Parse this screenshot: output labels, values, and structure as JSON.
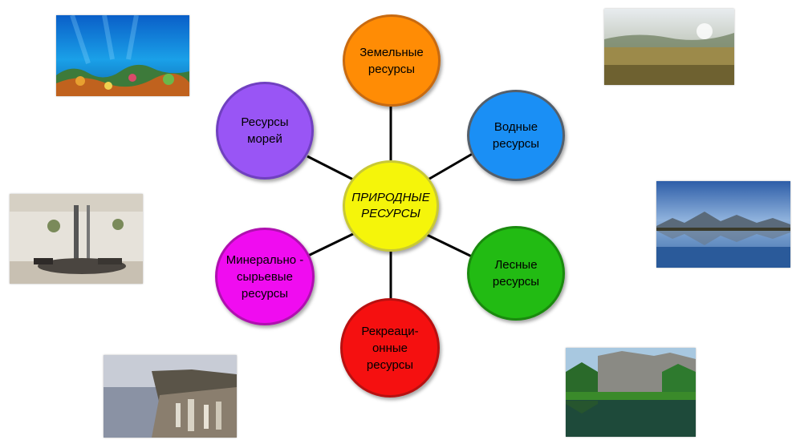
{
  "center": {
    "label": "ПРИРОДНЫЕ\nРЕСУРСЫ",
    "color": "#f5f50a"
  },
  "nodes": [
    {
      "label": "Земельные\nресурсы",
      "color": "#ff8c05"
    },
    {
      "label": "Водные\nресурсы",
      "color": "#1a8ff5"
    },
    {
      "label": "Лесные\nресурсы",
      "color": "#22bb13"
    },
    {
      "label": "Рекреаци-\nонные\nресурсы",
      "color": "#f51010"
    },
    {
      "label": "Минерально -\nсырьевые\nресурсы",
      "color": "#f00cf0"
    },
    {
      "label": "Ресурсы\nморей",
      "color": "#9955f5"
    }
  ],
  "photos": [
    {
      "subject": "underwater coral reef"
    },
    {
      "subject": "misty field at sunrise"
    },
    {
      "subject": "museum mineral exhibit hall"
    },
    {
      "subject": "mountain lake reflection"
    },
    {
      "subject": "coastal city resort"
    },
    {
      "subject": "forest river with mountains"
    }
  ]
}
